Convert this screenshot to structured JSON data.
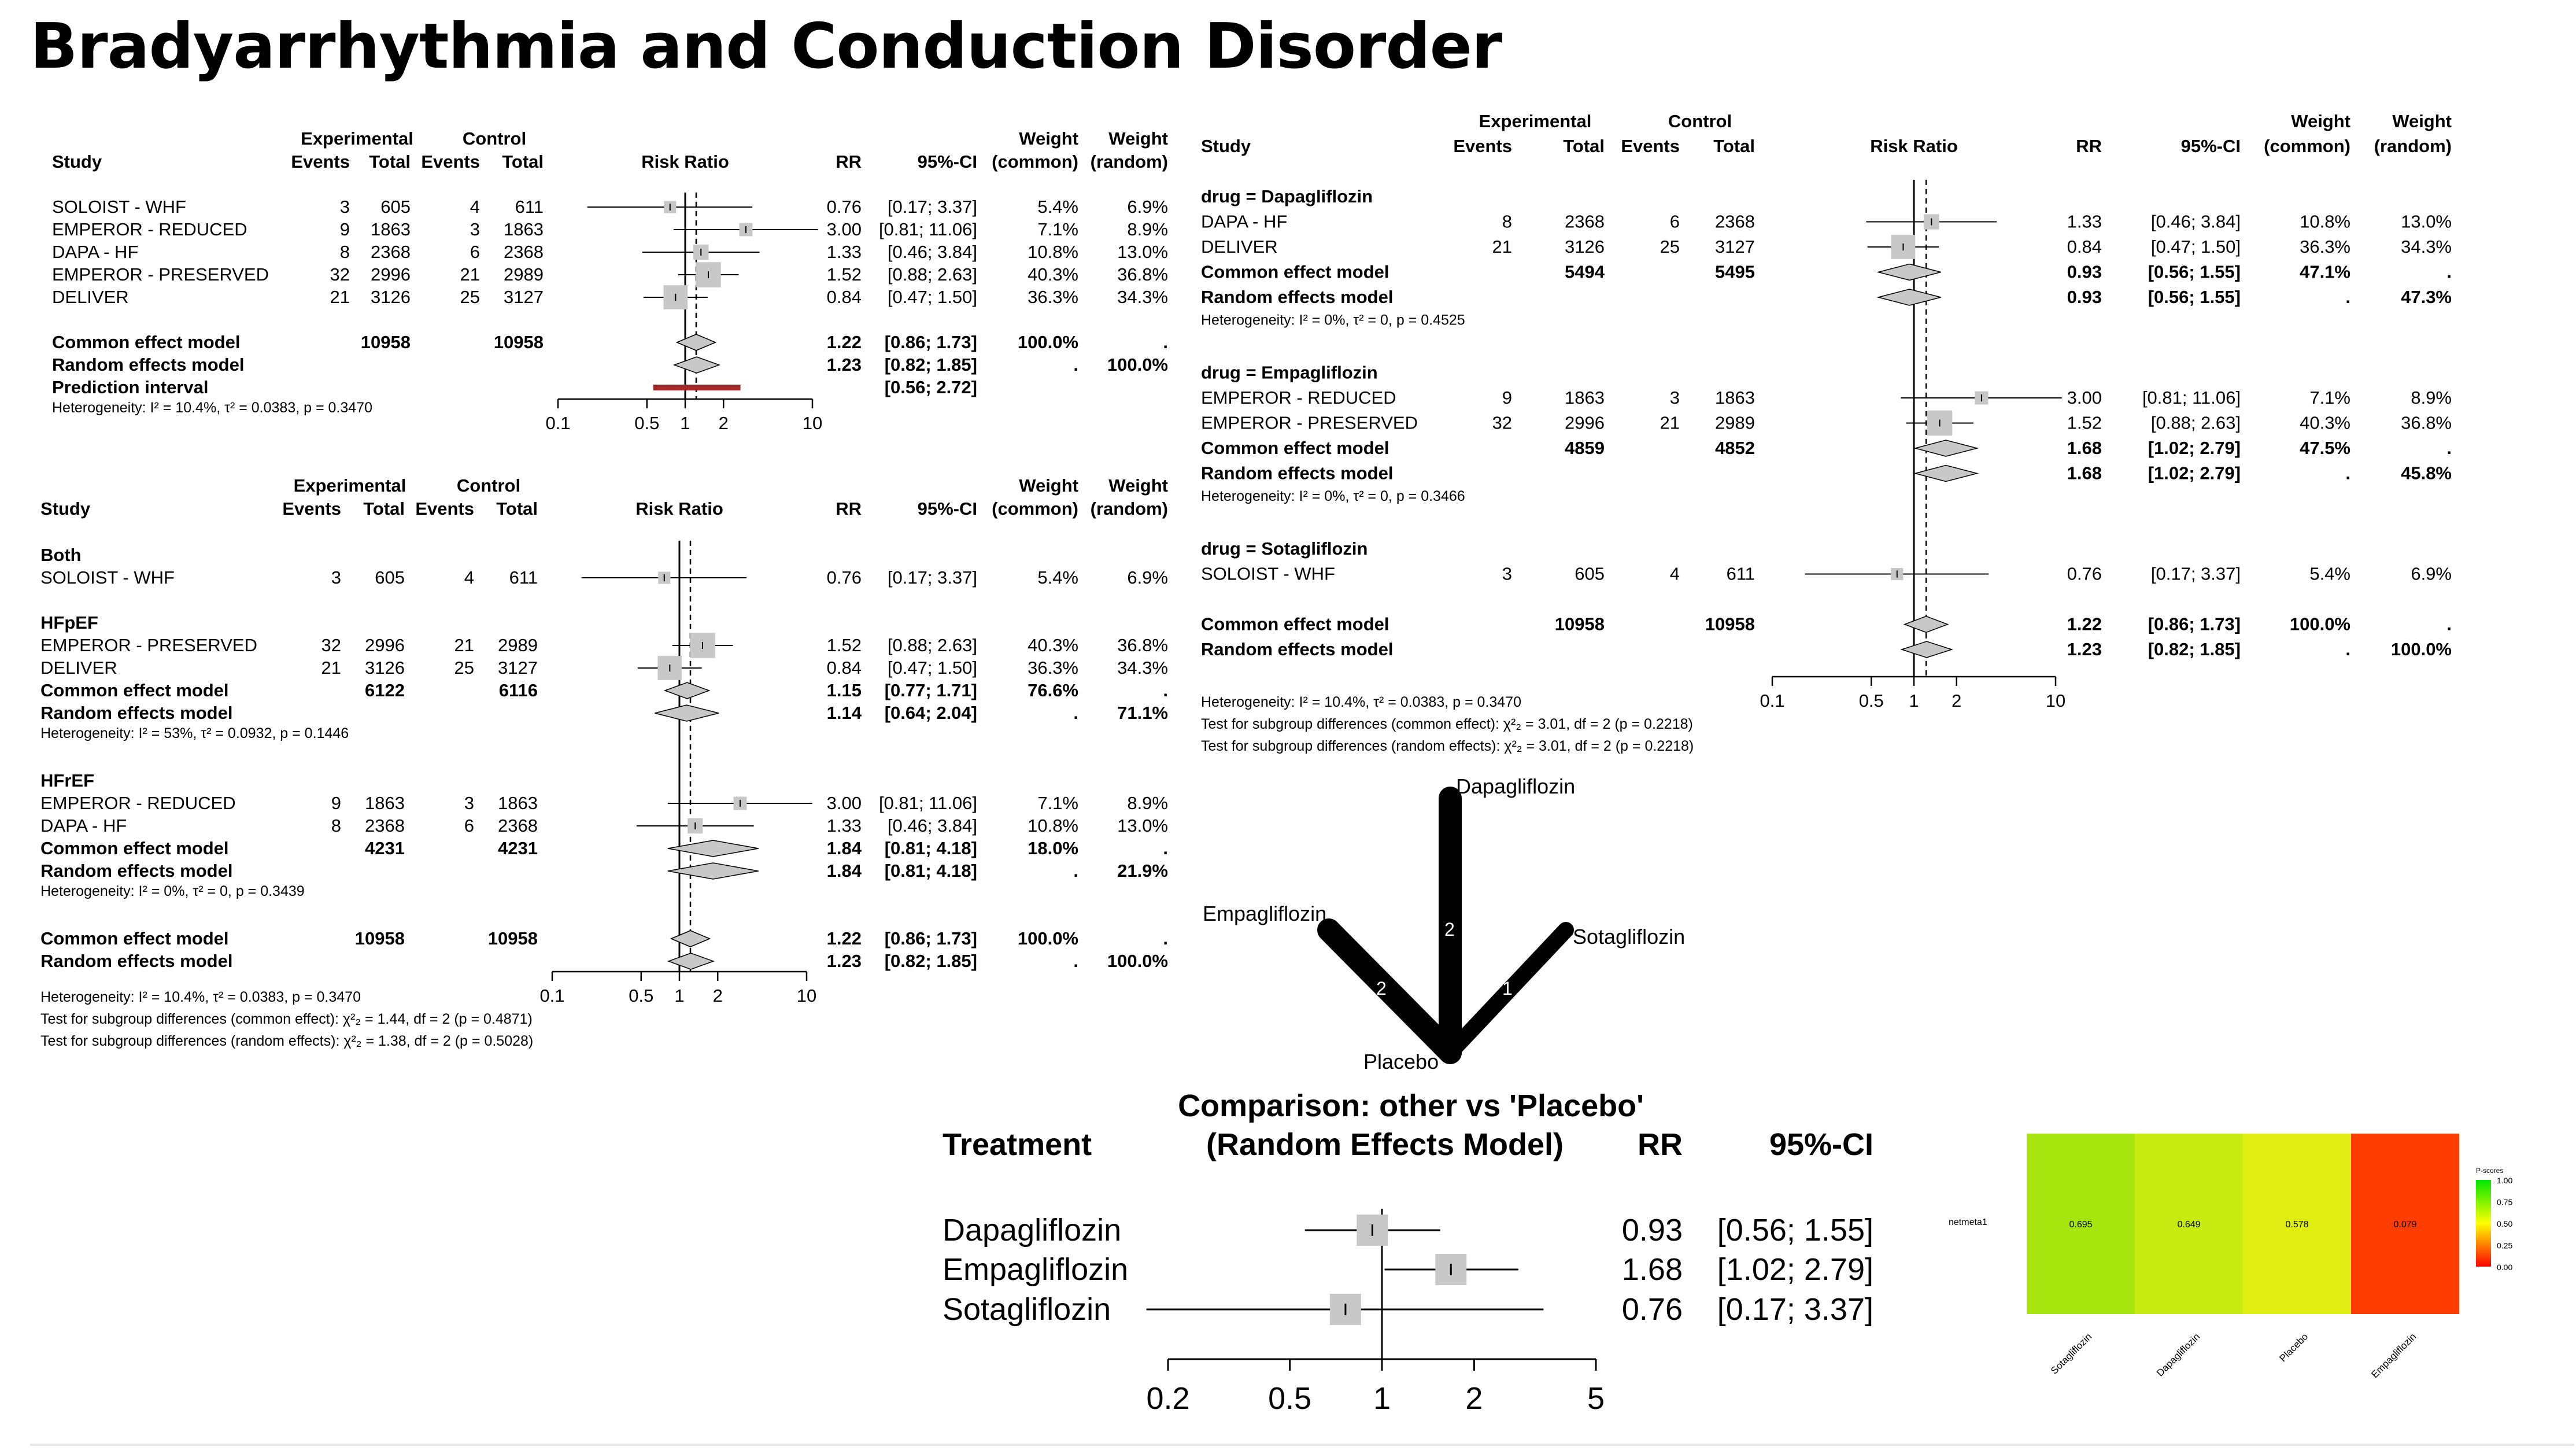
{
  "page": {
    "title": "Bradyarrhythmia and Conduction Disorder"
  },
  "forest_common": {
    "exp_header": "Experimental",
    "ctl_header": "Control",
    "study_header": "Study",
    "events_header": "Events",
    "total_header": "Total",
    "rr_plot_header": "Risk Ratio",
    "rr_header": "RR",
    "ci_header": "95%-CI",
    "weight_header": "Weight",
    "common_header": "(common)",
    "random_header": "(random)",
    "common_label": "Common effect model",
    "random_label": "Random effects model",
    "prediction_label": "Prediction interval"
  },
  "network": {
    "node_top": "Dapagliflozin",
    "node_left": "Empagliflozin",
    "node_right": "Sotagliflozin",
    "node_bottom": "Placebo",
    "edge_top": "2",
    "edge_left": "2",
    "edge_right": "1"
  },
  "heatmap": {
    "row_label": "netmeta1",
    "legend_title": "P-scores"
  },
  "chart_data": [
    {
      "id": "forest_overall",
      "type": "forest",
      "xaxis": {
        "scale": "log",
        "ticks": [
          0.1,
          0.5,
          1,
          2,
          10
        ],
        "tick_labels": [
          "0.1",
          "0.5",
          "1",
          "2",
          "10"
        ]
      },
      "null_line": 1,
      "reference_line": 1.22,
      "rows": [
        {
          "kind": "study",
          "name": "SOLOIST - WHF",
          "exp_events": "3",
          "exp_total": "605",
          "ctl_events": "4",
          "ctl_total": "611",
          "rr": 0.76,
          "lo": 0.17,
          "hi": 3.37,
          "rr_text": "0.76",
          "ci_text": "[0.17; 3.37]",
          "w_common": "5.4%",
          "w_random": "6.9%"
        },
        {
          "kind": "study",
          "name": "EMPEROR - REDUCED",
          "exp_events": "9",
          "exp_total": "1863",
          "ctl_events": "3",
          "ctl_total": "1863",
          "rr": 3.0,
          "lo": 0.81,
          "hi": 11.06,
          "rr_text": "3.00",
          "ci_text": "[0.81; 11.06]",
          "w_common": "7.1%",
          "w_random": "8.9%"
        },
        {
          "kind": "study",
          "name": "DAPA - HF",
          "exp_events": "8",
          "exp_total": "2368",
          "ctl_events": "6",
          "ctl_total": "2368",
          "rr": 1.33,
          "lo": 0.46,
          "hi": 3.84,
          "rr_text": "1.33",
          "ci_text": "[0.46; 3.84]",
          "w_common": "10.8%",
          "w_random": "13.0%"
        },
        {
          "kind": "study",
          "name": "EMPEROR - PRESERVED",
          "exp_events": "32",
          "exp_total": "2996",
          "ctl_events": "21",
          "ctl_total": "2989",
          "rr": 1.52,
          "lo": 0.88,
          "hi": 2.63,
          "rr_text": "1.52",
          "ci_text": "[0.88; 2.63]",
          "w_common": "40.3%",
          "w_random": "36.8%"
        },
        {
          "kind": "study",
          "name": "DELIVER",
          "exp_events": "21",
          "exp_total": "3126",
          "ctl_events": "25",
          "ctl_total": "3127",
          "rr": 0.84,
          "lo": 0.47,
          "hi": 1.5,
          "rr_text": "0.84",
          "ci_text": "[0.47; 1.50]",
          "w_common": "36.3%",
          "w_random": "34.3%"
        },
        {
          "kind": "blank"
        },
        {
          "kind": "common",
          "name": "Common effect model",
          "exp_total": "10958",
          "ctl_total": "10958",
          "rr": 1.22,
          "lo": 0.86,
          "hi": 1.73,
          "rr_text": "1.22",
          "ci_text": "[0.86; 1.73]",
          "w_common": "100.0%",
          "w_random": "."
        },
        {
          "kind": "random",
          "name": "Random effects model",
          "rr": 1.23,
          "lo": 0.82,
          "hi": 1.85,
          "rr_text": "1.23",
          "ci_text": "[0.82; 1.85]",
          "w_common": ".",
          "w_random": "100.0%"
        },
        {
          "kind": "prediction",
          "name": "Prediction interval",
          "lo": 0.56,
          "hi": 2.72,
          "ci_text": "[0.56; 2.72]"
        },
        {
          "kind": "note",
          "text": "Heterogeneity: I² = 10.4%, τ² = 0.0383, p = 0.3470"
        }
      ]
    },
    {
      "id": "forest_subgroup_hf",
      "type": "forest",
      "xaxis": {
        "scale": "log",
        "ticks": [
          0.1,
          0.5,
          1,
          2,
          10
        ],
        "tick_labels": [
          "0.1",
          "0.5",
          "1",
          "2",
          "10"
        ]
      },
      "null_line": 1,
      "reference_line": 1.22,
      "rows": [
        {
          "kind": "group",
          "name": "Both"
        },
        {
          "kind": "study",
          "name": "SOLOIST - WHF",
          "exp_events": "3",
          "exp_total": "605",
          "ctl_events": "4",
          "ctl_total": "611",
          "rr": 0.76,
          "lo": 0.17,
          "hi": 3.37,
          "rr_text": "0.76",
          "ci_text": "[0.17; 3.37]",
          "w_common": "5.4%",
          "w_random": "6.9%"
        },
        {
          "kind": "blank"
        },
        {
          "kind": "group",
          "name": "HFpEF"
        },
        {
          "kind": "study",
          "name": "EMPEROR - PRESERVED",
          "exp_events": "32",
          "exp_total": "2996",
          "ctl_events": "21",
          "ctl_total": "2989",
          "rr": 1.52,
          "lo": 0.88,
          "hi": 2.63,
          "rr_text": "1.52",
          "ci_text": "[0.88; 2.63]",
          "w_common": "40.3%",
          "w_random": "36.8%"
        },
        {
          "kind": "study",
          "name": "DELIVER",
          "exp_events": "21",
          "exp_total": "3126",
          "ctl_events": "25",
          "ctl_total": "3127",
          "rr": 0.84,
          "lo": 0.47,
          "hi": 1.5,
          "rr_text": "0.84",
          "ci_text": "[0.47; 1.50]",
          "w_common": "36.3%",
          "w_random": "34.3%"
        },
        {
          "kind": "common",
          "name": "Common effect model",
          "exp_total": "6122",
          "ctl_total": "6116",
          "rr": 1.15,
          "lo": 0.77,
          "hi": 1.71,
          "rr_text": "1.15",
          "ci_text": "[0.77; 1.71]",
          "w_common": "76.6%",
          "w_random": "."
        },
        {
          "kind": "random",
          "name": "Random effects model",
          "rr": 1.14,
          "lo": 0.64,
          "hi": 2.04,
          "rr_text": "1.14",
          "ci_text": "[0.64; 2.04]",
          "w_common": ".",
          "w_random": "71.1%"
        },
        {
          "kind": "note",
          "text": "Heterogeneity: I² = 53%, τ² = 0.0932, p = 0.1446"
        },
        {
          "kind": "blank"
        },
        {
          "kind": "group",
          "name": "HFrEF"
        },
        {
          "kind": "study",
          "name": "EMPEROR - REDUCED",
          "exp_events": "9",
          "exp_total": "1863",
          "ctl_events": "3",
          "ctl_total": "1863",
          "rr": 3.0,
          "lo": 0.81,
          "hi": 11.06,
          "rr_text": "3.00",
          "ci_text": "[0.81; 11.06]",
          "w_common": "7.1%",
          "w_random": "8.9%"
        },
        {
          "kind": "study",
          "name": "DAPA - HF",
          "exp_events": "8",
          "exp_total": "2368",
          "ctl_events": "6",
          "ctl_total": "2368",
          "rr": 1.33,
          "lo": 0.46,
          "hi": 3.84,
          "rr_text": "1.33",
          "ci_text": "[0.46; 3.84]",
          "w_common": "10.8%",
          "w_random": "13.0%"
        },
        {
          "kind": "common",
          "name": "Common effect model",
          "exp_total": "4231",
          "ctl_total": "4231",
          "rr": 1.84,
          "lo": 0.81,
          "hi": 4.18,
          "rr_text": "1.84",
          "ci_text": "[0.81; 4.18]",
          "w_common": "18.0%",
          "w_random": "."
        },
        {
          "kind": "random",
          "name": "Random effects model",
          "rr": 1.84,
          "lo": 0.81,
          "hi": 4.18,
          "rr_text": "1.84",
          "ci_text": "[0.81; 4.18]",
          "w_common": ".",
          "w_random": "21.9%"
        },
        {
          "kind": "note",
          "text": "Heterogeneity: I² = 0%, τ² = 0, p = 0.3439"
        },
        {
          "kind": "blank"
        },
        {
          "kind": "common",
          "name": "Common effect model",
          "exp_total": "10958",
          "ctl_total": "10958",
          "rr": 1.22,
          "lo": 0.86,
          "hi": 1.73,
          "rr_text": "1.22",
          "ci_text": "[0.86; 1.73]",
          "w_common": "100.0%",
          "w_random": "."
        },
        {
          "kind": "random",
          "name": "Random effects model",
          "rr": 1.23,
          "lo": 0.82,
          "hi": 1.85,
          "rr_text": "1.23",
          "ci_text": "[0.82; 1.85]",
          "w_common": ".",
          "w_random": "100.0%"
        }
      ],
      "footnotes": [
        "Heterogeneity: I² = 10.4%, τ² = 0.0383, p = 0.3470",
        "Test for subgroup differences (common effect): χ²₂ = 1.44, df = 2 (p = 0.4871)",
        "Test for subgroup differences (random effects): χ²₂ = 1.38, df = 2 (p = 0.5028)"
      ]
    },
    {
      "id": "forest_subgroup_drug",
      "type": "forest",
      "xaxis": {
        "scale": "log",
        "ticks": [
          0.1,
          0.5,
          1,
          2,
          10
        ],
        "tick_labels": [
          "0.1",
          "0.5",
          "1",
          "2",
          "10"
        ]
      },
      "null_line": 1,
      "reference_line": 1.22,
      "rows": [
        {
          "kind": "group",
          "name": "drug = Dapagliflozin"
        },
        {
          "kind": "study",
          "name": "DAPA - HF",
          "exp_events": "8",
          "exp_total": "2368",
          "ctl_events": "6",
          "ctl_total": "2368",
          "rr": 1.33,
          "lo": 0.46,
          "hi": 3.84,
          "rr_text": "1.33",
          "ci_text": "[0.46; 3.84]",
          "w_common": "10.8%",
          "w_random": "13.0%"
        },
        {
          "kind": "study",
          "name": "DELIVER",
          "exp_events": "21",
          "exp_total": "3126",
          "ctl_events": "25",
          "ctl_total": "3127",
          "rr": 0.84,
          "lo": 0.47,
          "hi": 1.5,
          "rr_text": "0.84",
          "ci_text": "[0.47; 1.50]",
          "w_common": "36.3%",
          "w_random": "34.3%"
        },
        {
          "kind": "common",
          "name": "Common effect model",
          "exp_total": "5494",
          "ctl_total": "5495",
          "rr": 0.93,
          "lo": 0.56,
          "hi": 1.55,
          "rr_text": "0.93",
          "ci_text": "[0.56; 1.55]",
          "w_common": "47.1%",
          "w_random": "."
        },
        {
          "kind": "random",
          "name": "Random effects model",
          "rr": 0.93,
          "lo": 0.56,
          "hi": 1.55,
          "rr_text": "0.93",
          "ci_text": "[0.56; 1.55]",
          "w_common": ".",
          "w_random": "47.3%"
        },
        {
          "kind": "note",
          "text": "Heterogeneity: I² = 0%, τ² = 0, p = 0.4525"
        },
        {
          "kind": "blank"
        },
        {
          "kind": "group",
          "name": "drug = Empagliflozin"
        },
        {
          "kind": "study",
          "name": "EMPEROR - REDUCED",
          "exp_events": "9",
          "exp_total": "1863",
          "ctl_events": "3",
          "ctl_total": "1863",
          "rr": 3.0,
          "lo": 0.81,
          "hi": 11.06,
          "rr_text": "3.00",
          "ci_text": "[0.81; 11.06]",
          "w_common": "7.1%",
          "w_random": "8.9%"
        },
        {
          "kind": "study",
          "name": "EMPEROR - PRESERVED",
          "exp_events": "32",
          "exp_total": "2996",
          "ctl_events": "21",
          "ctl_total": "2989",
          "rr": 1.52,
          "lo": 0.88,
          "hi": 2.63,
          "rr_text": "1.52",
          "ci_text": "[0.88; 2.63]",
          "w_common": "40.3%",
          "w_random": "36.8%"
        },
        {
          "kind": "common",
          "name": "Common effect model",
          "exp_total": "4859",
          "ctl_total": "4852",
          "rr": 1.68,
          "lo": 1.02,
          "hi": 2.79,
          "rr_text": "1.68",
          "ci_text": "[1.02; 2.79]",
          "w_common": "47.5%",
          "w_random": "."
        },
        {
          "kind": "random",
          "name": "Random effects model",
          "rr": 1.68,
          "lo": 1.02,
          "hi": 2.79,
          "rr_text": "1.68",
          "ci_text": "[1.02; 2.79]",
          "w_common": ".",
          "w_random": "45.8%"
        },
        {
          "kind": "note",
          "text": "Heterogeneity: I² = 0%, τ² = 0, p = 0.3466"
        },
        {
          "kind": "blank"
        },
        {
          "kind": "group",
          "name": "drug = Sotagliflozin"
        },
        {
          "kind": "study",
          "name": "SOLOIST - WHF",
          "exp_events": "3",
          "exp_total": "605",
          "ctl_events": "4",
          "ctl_total": "611",
          "rr": 0.76,
          "lo": 0.17,
          "hi": 3.37,
          "rr_text": "0.76",
          "ci_text": "[0.17; 3.37]",
          "w_common": "5.4%",
          "w_random": "6.9%"
        },
        {
          "kind": "blank"
        },
        {
          "kind": "common",
          "name": "Common effect model",
          "exp_total": "10958",
          "ctl_total": "10958",
          "rr": 1.22,
          "lo": 0.86,
          "hi": 1.73,
          "rr_text": "1.22",
          "ci_text": "[0.86; 1.73]",
          "w_common": "100.0%",
          "w_random": "."
        },
        {
          "kind": "random",
          "name": "Random effects model",
          "rr": 1.23,
          "lo": 0.82,
          "hi": 1.85,
          "rr_text": "1.23",
          "ci_text": "[0.82; 1.85]",
          "w_common": ".",
          "w_random": "100.0%"
        }
      ],
      "footnotes": [
        "Heterogeneity: I² = 10.4%, τ² = 0.0383, p = 0.3470",
        "Test for subgroup differences (common effect): χ²₂ = 3.01, df = 2 (p = 0.2218)",
        "Test for subgroup differences (random effects): χ²₂ = 3.01, df = 2 (p = 0.2218)"
      ]
    },
    {
      "id": "network_forest",
      "type": "forest",
      "title_line1": "Comparison: other vs 'Placebo'",
      "title_line2": "(Random Effects Model)",
      "col_treatment": "Treatment",
      "col_rr": "RR",
      "col_ci": "95%-CI",
      "xaxis": {
        "scale": "log",
        "ticks": [
          0.2,
          0.5,
          1,
          2,
          5
        ],
        "tick_labels": [
          "0.2",
          "0.5",
          "1",
          "2",
          "5"
        ]
      },
      "null_line": 1,
      "rows": [
        {
          "name": "Dapagliflozin",
          "rr": 0.93,
          "lo": 0.56,
          "hi": 1.55,
          "rr_text": "0.93",
          "ci_text": "[0.56; 1.55]"
        },
        {
          "name": "Empagliflozin",
          "rr": 1.68,
          "lo": 1.02,
          "hi": 2.79,
          "rr_text": "1.68",
          "ci_text": "[1.02; 2.79]"
        },
        {
          "name": "Sotagliflozin",
          "rr": 0.76,
          "lo": 0.17,
          "hi": 3.37,
          "rr_text": "0.76",
          "ci_text": "[0.17; 3.37]"
        }
      ]
    },
    {
      "id": "pscore_heatmap",
      "type": "heatmap",
      "rows": [
        "netmeta1"
      ],
      "columns": [
        "Sotagliflozin",
        "Dapagliflozin",
        "Placebo",
        "Empagliflozin"
      ],
      "values": [
        [
          0.695,
          0.649,
          0.578,
          0.079
        ]
      ],
      "value_labels": [
        "0.695",
        "0.649",
        "0.578",
        "0.079"
      ],
      "colors": [
        "#a6e60e",
        "#c8ec12",
        "#e1ee14",
        "#ff3d00"
      ],
      "legend": {
        "ticks": [
          "1.00",
          "0.75",
          "0.50",
          "0.25",
          "0.00"
        ],
        "low_color": "#ff0000",
        "mid_color": "#ffff00",
        "high_color": "#00e600"
      }
    }
  ]
}
